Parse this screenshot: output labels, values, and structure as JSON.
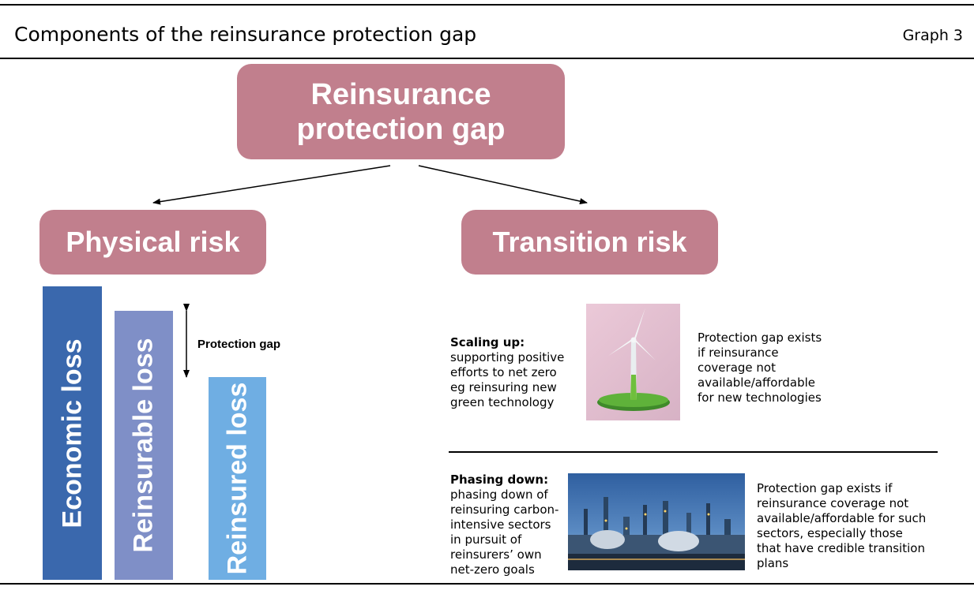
{
  "header": {
    "title": "Components of the reinsurance protection gap",
    "graph_label": "Graph 3"
  },
  "boxes": {
    "main": "Reinsurance protection gap",
    "physical": "Physical risk",
    "transition": "Transition risk"
  },
  "physical": {
    "bars": [
      {
        "label": "Economic loss",
        "color": "#3a68ad"
      },
      {
        "label": "Reinsurable loss",
        "color": "#7f8fc7"
      },
      {
        "label": "Reinsured loss",
        "color": "#6faee3"
      }
    ],
    "protection_gap_label": "Protection gap"
  },
  "transition": {
    "scaling_up": {
      "heading": "Scaling up:",
      "body": "supporting positive efforts to net zero eg reinsuring new green technology",
      "note": "Protection gap exists if reinsurance coverage not available/affordable for new technologies",
      "image_icon": "wind-turbine-image"
    },
    "phasing_down": {
      "heading": "Phasing down:",
      "body": "phasing down of reinsuring carbon-intensive sectors in pursuit of reinsurers’ own net-zero goals",
      "note": "Protection gap exists if reinsurance coverage not available/affordable for such sectors, especially those that have credible transition plans",
      "image_icon": "refinery-image"
    }
  },
  "colors": {
    "box": "#c17f8d",
    "economic": "#3a68ad",
    "reinsurable": "#7f8fc7",
    "reinsured": "#6faee3"
  }
}
